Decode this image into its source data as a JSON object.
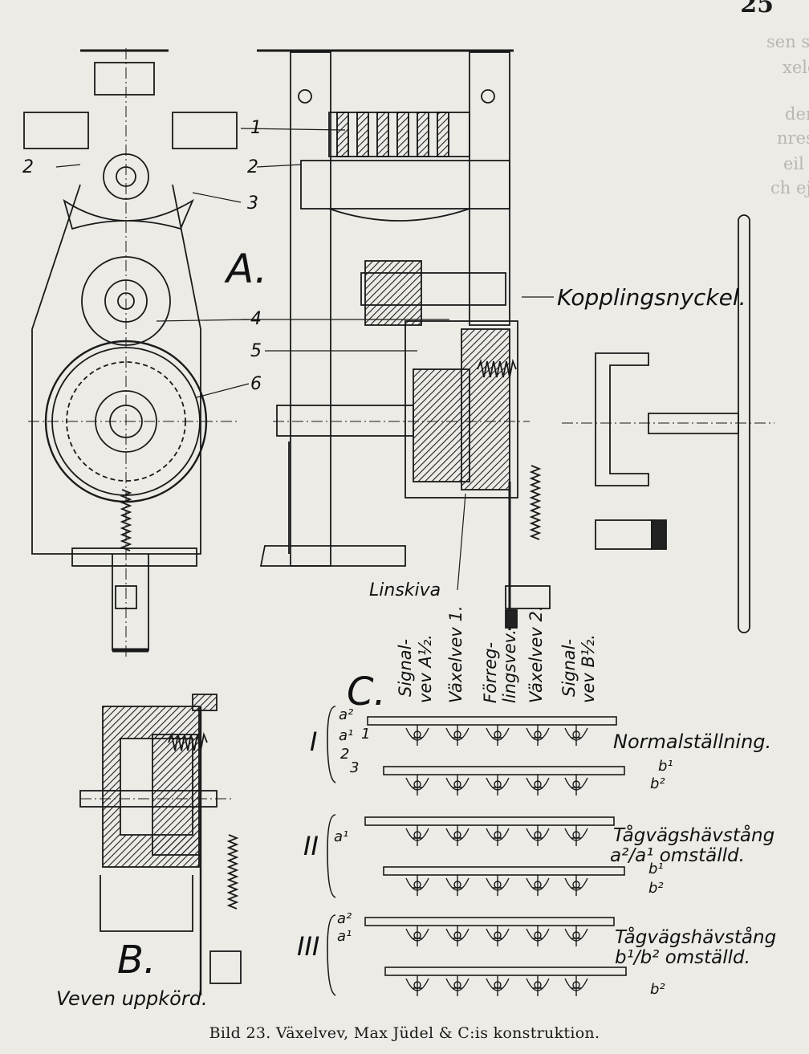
{
  "page_number": "25",
  "bleed_through": [
    "sen st",
    "xelev",
    "den",
    "nres,",
    "eil",
    "ch ej"
  ],
  "caption": "Bild 23.   Växelvev, Max Jüdel & C:is konstruktion.",
  "figure_A": {
    "letter": "A.",
    "part_numbers": [
      "1",
      "2",
      "2",
      "3",
      "4",
      "5",
      "6"
    ],
    "labels": {
      "coupling_key": "Kopplingsnyckel.",
      "pulley": "Linskiva"
    }
  },
  "figure_B": {
    "letter": "B.",
    "label": "Veven uppkörd."
  },
  "figure_C": {
    "letter": "C.",
    "columns": [
      "Signal-",
      "vev A½.",
      "Växelvev 1.",
      "Förreg-",
      "lingsvev.",
      "Växelvev 2.",
      "Signal-",
      "vev B½."
    ],
    "rows": [
      {
        "numeral": "I",
        "text": "Normalställning."
      },
      {
        "numeral": "II",
        "text_1": "Tågvägshävstång",
        "text_2": "a²/a¹ omställd."
      },
      {
        "numeral": "III",
        "text_1": "Tågvägshävstång",
        "text_2": "b¹/b² omställd."
      }
    ],
    "small_labels": {
      "a2": "a²",
      "a1": "a¹",
      "n1": "1",
      "n2": "2",
      "n3": "3",
      "b1": "b¹",
      "b2": "b²",
      "a1_II": "a¹",
      "b1_II": "b¹",
      "b2_II": "b²",
      "a2_III": "a²",
      "a1_III": "a¹",
      "b2_III": "b²"
    }
  }
}
